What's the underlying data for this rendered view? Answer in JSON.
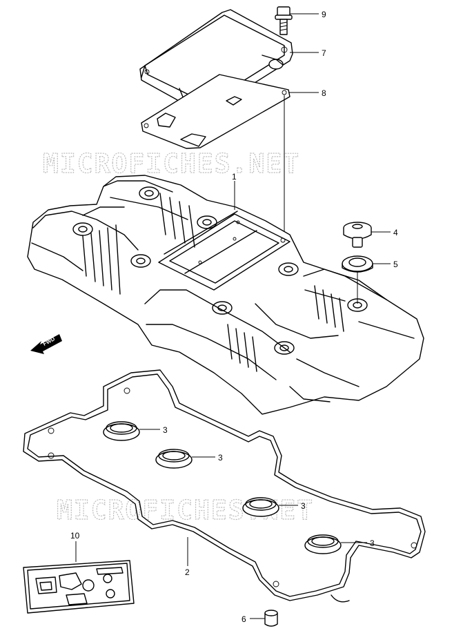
{
  "watermark": "MICROFICHES.NET",
  "fwd_label": "FWD",
  "callouts": {
    "c1": "1",
    "c2": "2",
    "c3a": "3",
    "c3b": "3",
    "c3c": "3",
    "c3d": "3",
    "c4": "4",
    "c5": "5",
    "c6": "6",
    "c7": "7",
    "c8": "8",
    "c9": "9",
    "c10": "10"
  }
}
